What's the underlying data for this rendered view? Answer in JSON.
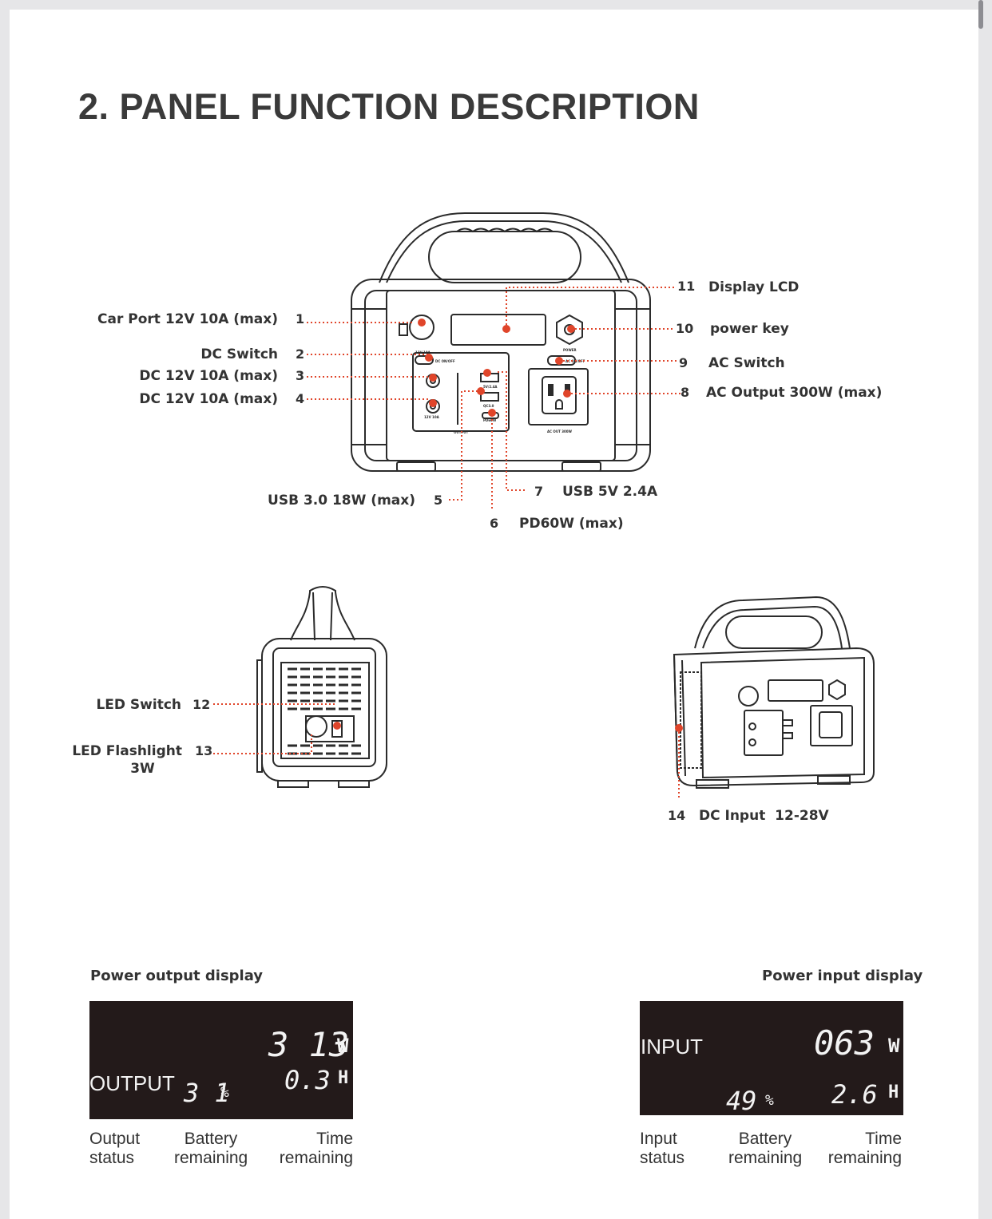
{
  "title": "2. PANEL FUNCTION DESCRIPTION",
  "callouts": [
    {
      "num": "1",
      "label": "Car Port 12V 10A (max)"
    },
    {
      "num": "2",
      "label": "DC Switch"
    },
    {
      "num": "3",
      "label": "DC 12V 10A (max)"
    },
    {
      "num": "4",
      "label": "DC 12V 10A (max)"
    },
    {
      "num": "5",
      "label": "USB 3.0 18W (max)"
    },
    {
      "num": "6",
      "label": "PD60W (max)"
    },
    {
      "num": "7",
      "label": "USB 5V 2.4A"
    },
    {
      "num": "8",
      "label": "AC Output 300W (max)"
    },
    {
      "num": "9",
      "label": "AC Switch"
    },
    {
      "num": "10",
      "label": "power key"
    },
    {
      "num": "11",
      "label": "Display LCD"
    },
    {
      "num": "12",
      "label": "LED Switch"
    },
    {
      "num": "13",
      "label": "LED Flashlight",
      "label2": "3W"
    },
    {
      "num": "14",
      "label": "DC Input  12-28V"
    }
  ],
  "device_marks": {
    "port1": "12V 10A",
    "switch2": "DC ON/OFF",
    "dc_out": "12V 10A",
    "usb_a": "5V/2.4A",
    "qc": "QC3.0",
    "pd": "PD60W",
    "output": "OUTPUT",
    "power": "POWER",
    "ac_switch": "AC ON/OFF",
    "ac_out": "AC OUT 300W"
  },
  "output_display": {
    "title": "Power output display",
    "status_word": "OUTPUT",
    "battery_percent": 31,
    "battery_text": "3 1",
    "percent_sign": "%",
    "watts": "3 13",
    "watt_unit": "W",
    "hours": "0.3",
    "hour_unit": "H",
    "captions": [
      {
        "l1": "Output",
        "l2": "status"
      },
      {
        "l1": "Battery",
        "l2": "remaining"
      },
      {
        "l1": "Time",
        "l2": "remaining"
      }
    ]
  },
  "input_display": {
    "title": "Power input display",
    "status_word": "INPUT",
    "battery_percent": 49,
    "battery_text": "49",
    "percent_sign": "%",
    "watts": "063",
    "watt_unit": "W",
    "hours": "2.6",
    "hour_unit": "H",
    "captions": [
      {
        "l1": "Input",
        "l2": "status"
      },
      {
        "l1": "Battery",
        "l2": "remaining"
      },
      {
        "l1": "Time",
        "l2": "remaining"
      }
    ]
  },
  "colors": {
    "accent": "#e0452a",
    "lcd_bg": "#231a1a",
    "line": "#2b2b2b",
    "text": "#333333"
  }
}
